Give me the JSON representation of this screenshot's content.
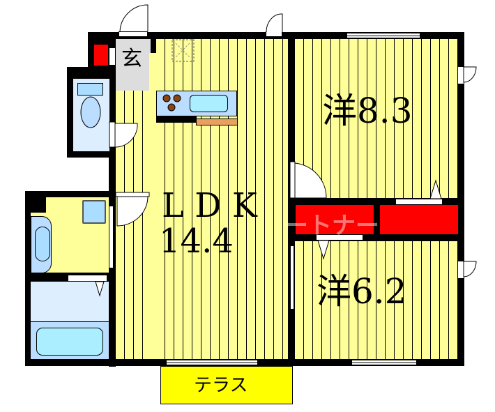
{
  "floorplan": {
    "rooms": {
      "genkan": {
        "label": "玄"
      },
      "ldk": {
        "label_line1": "L D K",
        "label_line2": "14.4"
      },
      "western1": {
        "label": "洋8.3"
      },
      "western2": {
        "label": "洋6.2"
      },
      "terrace": {
        "label": "テラス"
      }
    },
    "watermark": "ートナー",
    "colors": {
      "floor": "#ffff99",
      "terrace": "#ffff00",
      "wall": "#000000",
      "closet": "#ff0000",
      "genkan": "#dddddd",
      "bath": "#ddeeff",
      "fixture": "#aaddff",
      "counter": "#e8a060"
    }
  }
}
